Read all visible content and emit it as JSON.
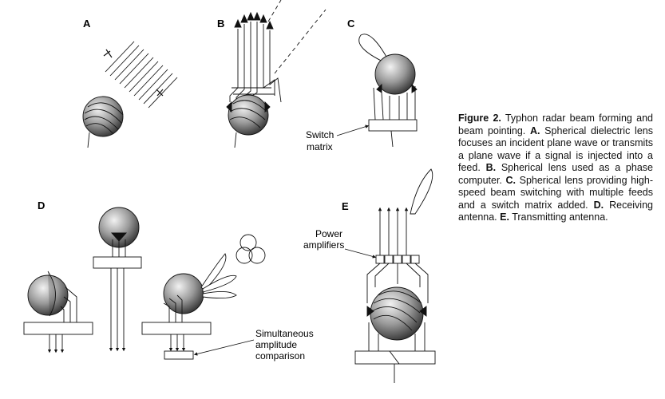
{
  "panels": {
    "a": "A",
    "b": "B",
    "c": "C",
    "d": "D",
    "e": "E"
  },
  "labels": {
    "switch_matrix_1": "Switch",
    "switch_matrix_2": "matrix",
    "power_amplifiers_1": "Power",
    "power_amplifiers_2": "amplifiers",
    "simultaneous_1": "Simultaneous",
    "simultaneous_2": "amplitude",
    "simultaneous_3": "comparison"
  },
  "caption": {
    "title": "Figure 2.",
    "intro": " Typhon radar beam forming and beam pointing. ",
    "a_label": "A.",
    "a_text": " Spherical dielectric lens focuses an incident plane wave or transmits a plane wave if a signal is injected into a feed. ",
    "b_label": "B.",
    "b_text": " Spherical lens used as a phase computer. ",
    "c_label": "C.",
    "c_text": " Spherical lens providing high-speed beam switching with multiple feeds and a switch matrix added. ",
    "d_label": "D.",
    "d_text": " Receiving antenna. ",
    "e_label": "E.",
    "e_text": " Transmitting antenna."
  }
}
